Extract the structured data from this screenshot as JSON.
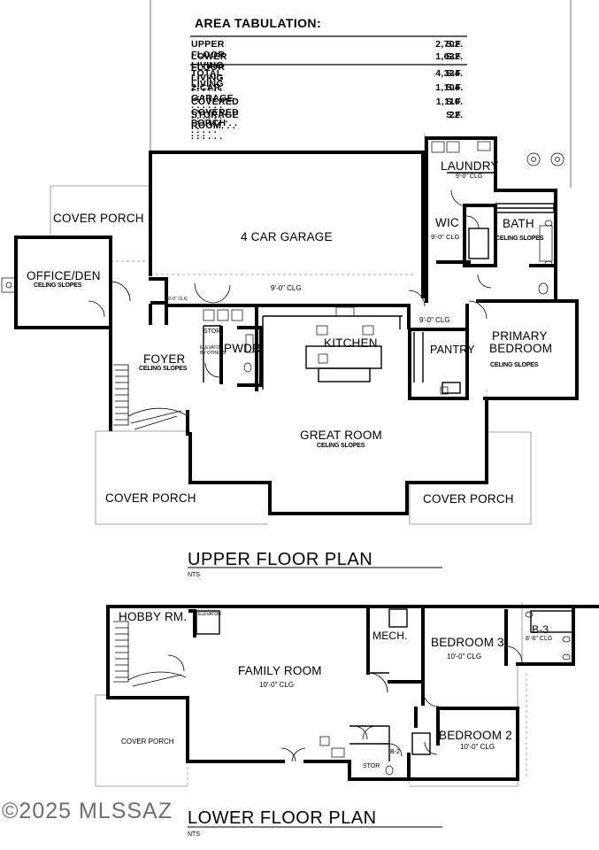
{
  "area_tabulation": {
    "title": "AREA TABULATION:",
    "rows": [
      {
        "name": "UPPER FLOOR LIVING . . . . . . . . . . . . . . . . . .",
        "value": "2,702",
        "unit": "S.F."
      },
      {
        "name": "LOWER FLOOR LIVING . . . . . . . . . . . . . . . . .",
        "value": "1,632",
        "unit": "S.F."
      },
      {
        "name": "TOTAL LIVING . . . . . . . . . . . . . . . . . . . .",
        "value": "4,334",
        "unit": "S.F."
      },
      {
        "name": "2-CAR GARAGE . . . . . . . . . . . . . . . . . . .",
        "value": "1,104",
        "unit": "S.F."
      },
      {
        "name": "COVERED COVERED PORCH . . . . .",
        "value": "1,110",
        "unit": "S.F."
      },
      {
        "name": "STORAGE ROOM. . . . . . . . .",
        "value": "22",
        "unit": "S.F."
      }
    ]
  },
  "upper_floor": {
    "title": "UPPER FLOOR PLAN",
    "scale": "NTS",
    "rooms": {
      "laundry": "LAUNDRY",
      "laundry_clg": "9'-0\" CLG",
      "wic": "WIC",
      "wic_clg": "9'-0\" CLG",
      "bath": "BATH",
      "bath_note": "CELING SLOPES",
      "garage": "4 CAR GARAGE",
      "garage_clg": "9'-0\" CLG",
      "cover_porch_nw": "COVER PORCH",
      "office": "OFFICE/DEN",
      "office_note": "CELING SLOPES",
      "stor": "STOR",
      "pwdr": "PWDR",
      "foyer": "FOYER",
      "foyer_note": "CELING SLOPES",
      "kitchen": "KITCHEN",
      "hall_clg": "9'-0\" CLG",
      "pantry": "PANTRY",
      "primary_bedroom_1": "PRIMARY",
      "primary_bedroom_2": "BEDROOM",
      "primary_bedroom_note": "CELING SLOPES",
      "great_room": "GREAT ROOM",
      "great_room_note": "CELING SLOPES",
      "cover_porch_sw": "COVER PORCH",
      "cover_porch_se": "COVER PORCH",
      "vest_clg": "9'-0\" CLG",
      "elevator_note_1": "ELEVATOR",
      "elevator_note_2": "BY OTHERS"
    }
  },
  "lower_floor": {
    "title": "LOWER FLOOR PLAN",
    "scale": "NTS",
    "rooms": {
      "hobby": "HOBBY RM.",
      "elevator": "ELEVATOR",
      "family_room": "FAMILY ROOM",
      "family_clg": "10'-0\" CLG",
      "mech": "MECH.",
      "bedroom3": "BEDROOM 3",
      "bedroom3_clg": "10'-0\" CLG",
      "b3": "B-3",
      "b3_clg": "8'-6\" CLG",
      "bedroom2": "BEDROOM 2",
      "bedroom2_clg": "10'-0\" CLG",
      "cover_porch": "COVER PORCH",
      "b2": "B-2",
      "stor": "STOR"
    }
  },
  "watermark": "©2025 MLSSAZ",
  "colors": {
    "wall": "#000000",
    "thin": "#444444",
    "porch": "#9a9a9a",
    "watermark": "#6f6f6f"
  }
}
